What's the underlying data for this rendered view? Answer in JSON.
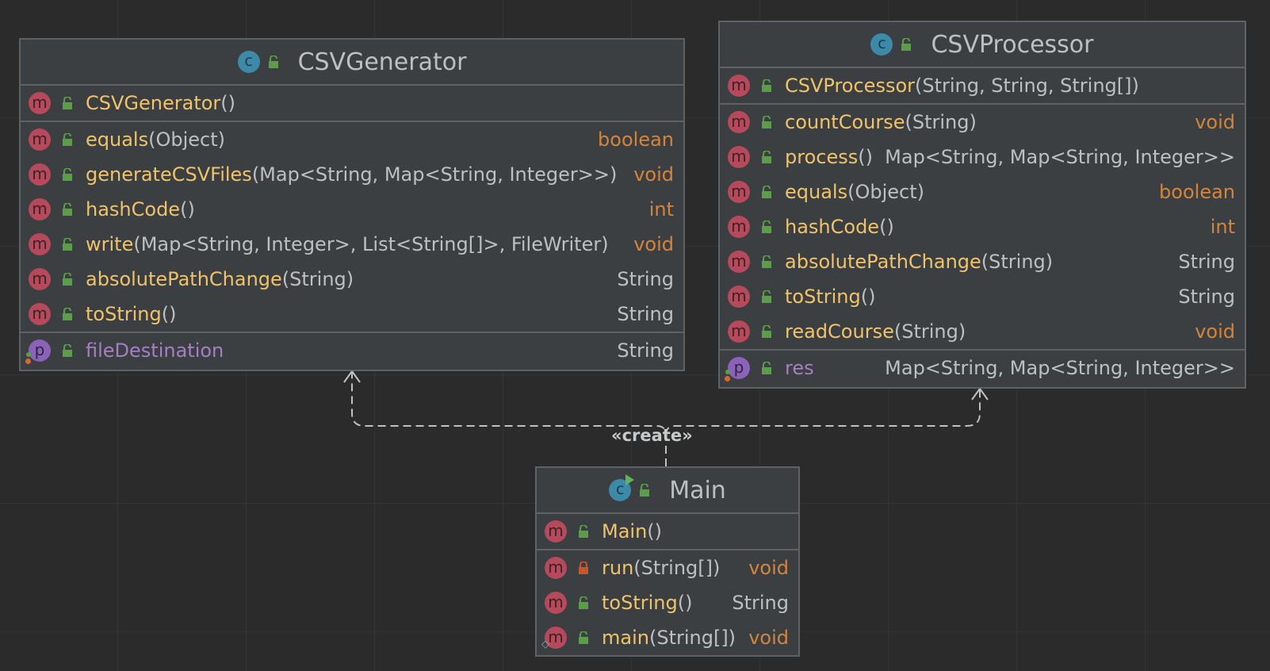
{
  "relationship_label": "«create»",
  "classes": {
    "csvgenerator": {
      "name": "CSVGenerator",
      "icon": "class-icon",
      "constructor": {
        "name": "CSVGenerator",
        "params": "()"
      },
      "methods": [
        {
          "name": "equals",
          "params": "(Object)",
          "type": "boolean"
        },
        {
          "name": "generateCSVFiles",
          "params": "(Map<String, Map<String, Integer>>)",
          "type": "void"
        },
        {
          "name": "hashCode",
          "params": "()",
          "type": "int"
        },
        {
          "name": "write",
          "params": "(Map<String, Integer>, List<String[]>, FileWriter)",
          "type": "void"
        },
        {
          "name": "absolutePathChange",
          "params": "(String)",
          "type": "String"
        },
        {
          "name": "toString",
          "params": "()",
          "type": "String"
        }
      ],
      "properties": [
        {
          "name": "fileDestination",
          "type": "String"
        }
      ]
    },
    "csvprocessor": {
      "name": "CSVProcessor",
      "icon": "class-icon",
      "constructor": {
        "name": "CSVProcessor",
        "params": "(String, String, String[])"
      },
      "methods": [
        {
          "name": "countCourse",
          "params": "(String)",
          "type": "void"
        },
        {
          "name": "process",
          "params": "()",
          "type": "Map<String, Map<String, Integer>>"
        },
        {
          "name": "equals",
          "params": "(Object)",
          "type": "boolean"
        },
        {
          "name": "hashCode",
          "params": "()",
          "type": "int"
        },
        {
          "name": "absolutePathChange",
          "params": "(String)",
          "type": "String"
        },
        {
          "name": "toString",
          "params": "()",
          "type": "String"
        },
        {
          "name": "readCourse",
          "params": "(String)",
          "type": "void"
        }
      ],
      "properties": [
        {
          "name": "res",
          "type": "Map<String, Map<String, Integer>>"
        }
      ]
    },
    "main": {
      "name": "Main",
      "icon": "runnable-class-icon",
      "constructor": {
        "name": "Main",
        "params": "()"
      },
      "methods": [
        {
          "name": "run",
          "params": "(String[])",
          "type": "void"
        },
        {
          "name": "toString",
          "params": "()",
          "type": "String"
        },
        {
          "name": "main",
          "params": "(String[])",
          "type": "void"
        }
      ]
    }
  },
  "colors": {
    "background": "#2b2b2b",
    "node_fill": "#3c3f41",
    "method_badge": "#b54a5c",
    "property_badge": "#8a63b8",
    "class_badge": "#3d8aa8",
    "member_name": "#f0c36b",
    "property_name": "#a57fc6",
    "keyword_type": "#d5843b",
    "public_lock": "#5a9e47",
    "private_lock": "#c9562a"
  }
}
